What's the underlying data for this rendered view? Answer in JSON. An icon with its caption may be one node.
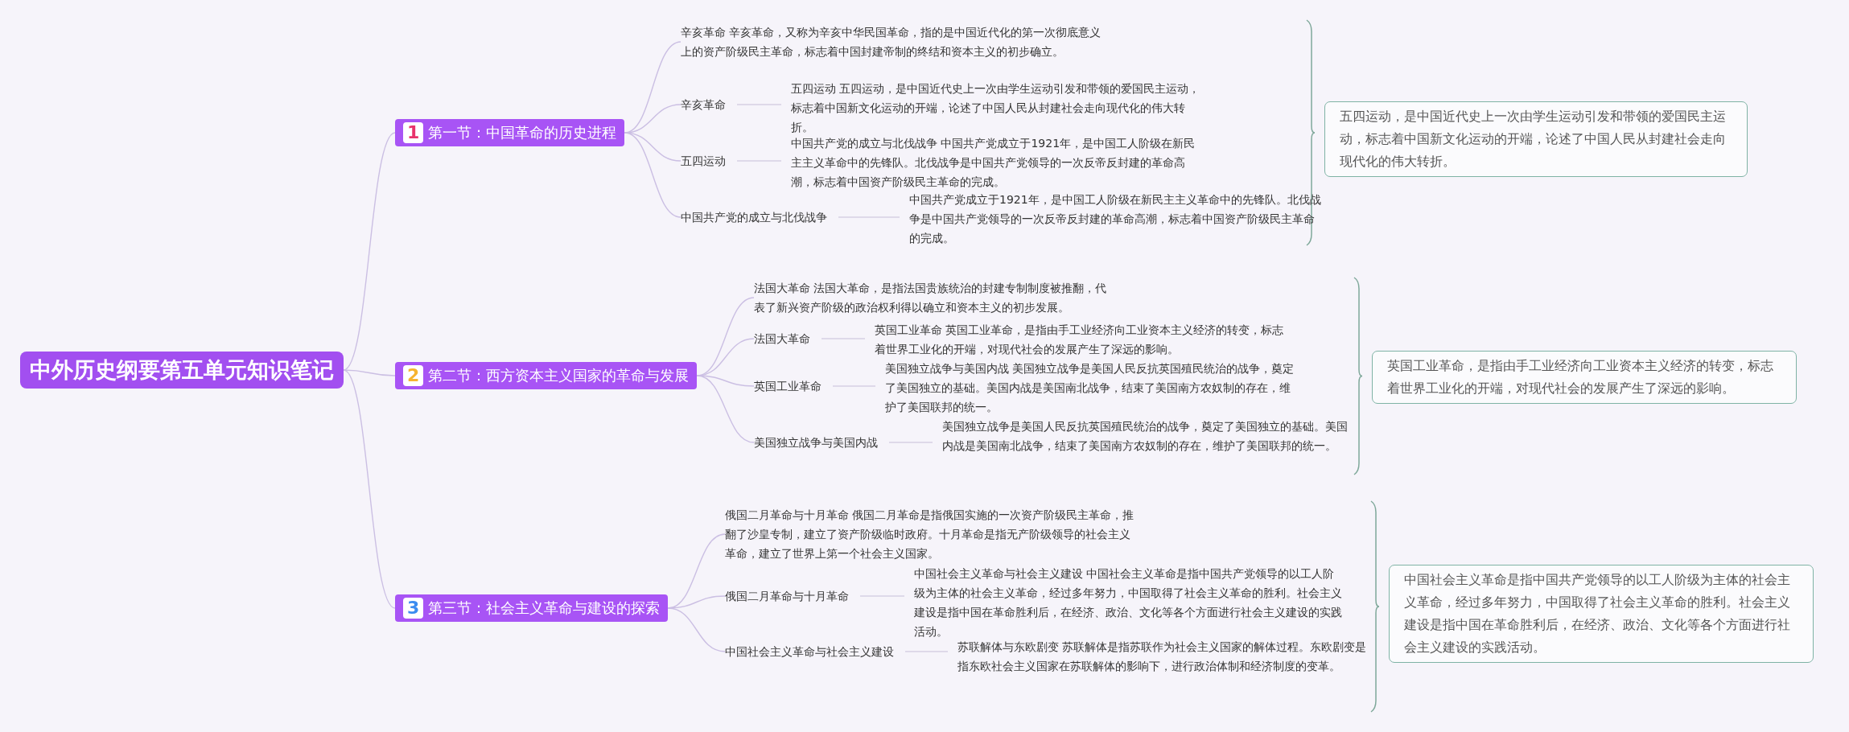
{
  "diagram": {
    "nodes": [
      {
        "text": [
          "中外历史纲要第五单元知识笔记"
        ]
      },
      {
        "text": [
          "1",
          "第一节：中国革命的历史进程"
        ]
      },
      {
        "text": [
          "辛亥革命 辛亥革命，又称为辛亥中华民国革命，指的是中国近代化的第一次彻底意义上的资产阶级民主革命，标志着中国封建帝制的终结和资本主义的初步确立。"
        ]
      },
      {
        "text": [
          "辛亥革命"
        ]
      },
      {
        "text": [
          "五四运动 五四运动，是中国近代史上一次由学生运动引发和带领的爱国民主运动，标志着中国新文化运动的开端，论述了中国人民从封建社会走向现代化的伟大转折。"
        ]
      },
      {
        "text": [
          "五四运动"
        ]
      },
      {
        "text": [
          "中国共产党的成立与北伐战争 中国共产党成立于1921年，是中国工人阶级在新民主主义革命中的先锋队。北伐战争是中国共产党领导的一次反帝反封建的革命高潮，标志着中国资产阶级民主革命的完成。"
        ]
      },
      {
        "text": [
          "中国共产党的成立与北伐战争"
        ]
      },
      {
        "text": [
          "中国共产党成立于1921年，是中国工人阶级在新民主主义革命中的先锋队。北伐战争是中国共产党领导的一次反帝反封建的革命高潮，标志着中国资产阶级民主革命的完成。"
        ]
      },
      {
        "text": [
          "五四运动，是中国近代史上一次由学生运动引发和带领的爱国民主运动，标志着中国新文化运动的开端，论述了中国人民从封建社会走向现代化的伟大转折。"
        ]
      },
      {
        "text": [
          "2",
          "第二节：西方资本主义国家的革命与发展"
        ]
      },
      {
        "text": [
          "法国大革命 法国大革命，是指法国贵族统治的封建专制制度被推翻，代表了新兴资产阶级的政治权利得以确立和资本主义的初步发展。"
        ]
      },
      {
        "text": [
          "法国大革命"
        ]
      },
      {
        "text": [
          "英国工业革命 英国工业革命，是指由手工业经济向工业资本主义经济的转变，标志着世界工业化的开端，对现代社会的发展产生了深远的影响。"
        ]
      },
      {
        "text": [
          "英国工业革命"
        ]
      },
      {
        "text": [
          "美国独立战争与美国内战 美国独立战争是美国人民反抗英国殖民统治的战争，奠定了美国独立的基础。美国内战是美国南北战争，结束了美国南方农奴制的存在，维护了美国联邦的统一。"
        ]
      },
      {
        "text": [
          "美国独立战争与美国内战"
        ]
      },
      {
        "text": [
          "美国独立战争是美国人民反抗英国殖民统治的战争，奠定了美国独立的基础。美国内战是美国南北战争，结束了美国南方农奴制的存在，维护了美国联邦的统一。"
        ]
      },
      {
        "text": [
          "英国工业革命，是指由手工业经济向工业资本主义经济的转变，标志着世界工业化的开端，对现代社会的发展产生了深远的影响。"
        ]
      },
      {
        "text": [
          "3",
          "第三节：社会主义革命与建设的探索"
        ]
      },
      {
        "text": [
          "俄国二月革命与十月革命 俄国二月革命是指俄国实施的一次资产阶级民主革命，推翻了沙皇专制，建立了资产阶级临时政府。十月革命是指无产阶级领导的社会主义革命，建立了世界上第一个社会主义国家。"
        ]
      },
      {
        "text": [
          "俄国二月革命与十月革命"
        ]
      },
      {
        "text": [
          "中国社会主义革命与社会主义建设 中国社会主义革命是指中国共产党领导的以工人阶级为主体的社会主义革命，经过多年努力，中国取得了社会主义革命的胜利。社会主义建设是指中国在革命胜利后，在经济、政治、文化等各个方面进行社会主义建设的实践活动。"
        ]
      },
      {
        "text": [
          "中国社会主义革命与社会主义建设"
        ]
      },
      {
        "text": [
          "苏联解体与东欧剧变 苏联解体是指苏联作为社会主义国家的解体过程。东欧剧变是指东欧社会主义国家在苏联解体的影响下，进行政治体制和经济制度的变革。"
        ]
      },
      {
        "text": [
          "中国社会主义革命是指中国共产党领导的以工人阶级为主体的社会主义革命，经过多年努力，中国取得了社会主义革命的胜利。社会主义建设是指中国在革命胜利后，在经济、政治、文化等各个方面进行社会主义建设的实践活动。"
        ]
      }
    ],
    "edges": [
      {
        "from": 0,
        "to": 1,
        "arrow": "none"
      },
      {
        "from": 0,
        "to": 10,
        "arrow": "none"
      },
      {
        "from": 0,
        "to": 19,
        "arrow": "none"
      },
      {
        "from": 1,
        "to": 2,
        "arrow": "none"
      },
      {
        "from": 1,
        "to": 3,
        "arrow": "none"
      },
      {
        "from": 1,
        "to": 5,
        "arrow": "none"
      },
      {
        "from": 1,
        "to": 7,
        "arrow": "none"
      },
      {
        "from": 3,
        "to": 4,
        "arrow": "none"
      },
      {
        "from": 5,
        "to": 6,
        "arrow": "none"
      },
      {
        "from": 7,
        "to": 8,
        "arrow": "none"
      },
      {
        "from": 10,
        "to": 11,
        "arrow": "none"
      },
      {
        "from": 10,
        "to": 12,
        "arrow": "none"
      },
      {
        "from": 10,
        "to": 14,
        "arrow": "none"
      },
      {
        "from": 10,
        "to": 16,
        "arrow": "none"
      },
      {
        "from": 12,
        "to": 13,
        "arrow": "none"
      },
      {
        "from": 14,
        "to": 15,
        "arrow": "none"
      },
      {
        "from": 16,
        "to": 17,
        "arrow": "none"
      },
      {
        "from": 19,
        "to": 20,
        "arrow": "none"
      },
      {
        "from": 19,
        "to": 21,
        "arrow": "none"
      },
      {
        "from": 19,
        "to": 23,
        "arrow": "none"
      },
      {
        "from": 21,
        "to": 22,
        "arrow": "none"
      },
      {
        "from": 23,
        "to": 24,
        "arrow": "none"
      }
    ]
  }
}
